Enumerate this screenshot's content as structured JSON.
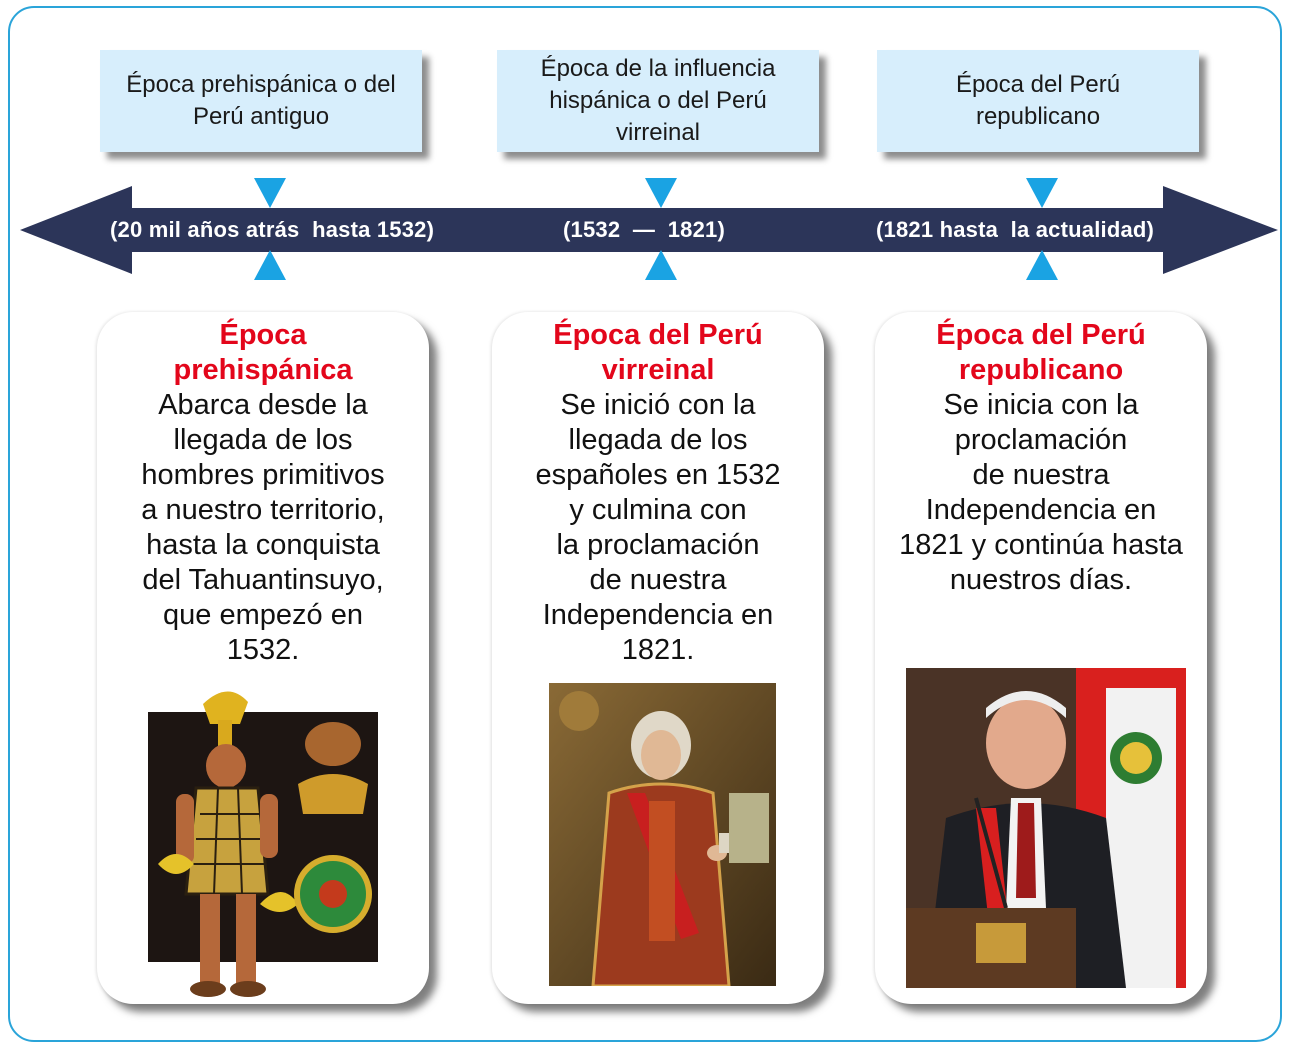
{
  "eras": [
    {
      "header": "Época prehispánica o del Perú antiguo",
      "range": "(20 mil años atrás  hasta 1532)",
      "title_lines": [
        "Época",
        "prehispánica"
      ],
      "text_lines": [
        "Abarca desde la",
        "llegada de los",
        "hombres primitivos",
        "a nuestro territorio,",
        "hasta la conquista",
        "del Tahuantinsuyo,",
        "que empezó en",
        "1532."
      ]
    },
    {
      "header": "Época de la influencia hispánica o del Perú virreinal",
      "range": "(1532  —  1821)",
      "title_lines": [
        "Época del Perú",
        "virreinal"
      ],
      "text_lines": [
        "Se inició con la",
        "llegada de los",
        "españoles en 1532",
        "y culmina con",
        "la proclamación",
        "de nuestra",
        "Independencia en",
        "1821."
      ]
    },
    {
      "header": "Época del Perú republicano",
      "range": "(1821 hasta  la actualidad)",
      "title_lines": [
        "Época del Perú",
        "republicano"
      ],
      "text_lines": [
        "Se inicia con la",
        "proclamación",
        "de nuestra",
        "Independencia en",
        "1821 y continúa hasta",
        "nuestros días."
      ]
    }
  ],
  "colors": {
    "frame": "#2aa4d9",
    "arrow": "#2c3559",
    "marker": "#1aa3e3",
    "box": "#d7eefc",
    "title": "#e3061b"
  }
}
